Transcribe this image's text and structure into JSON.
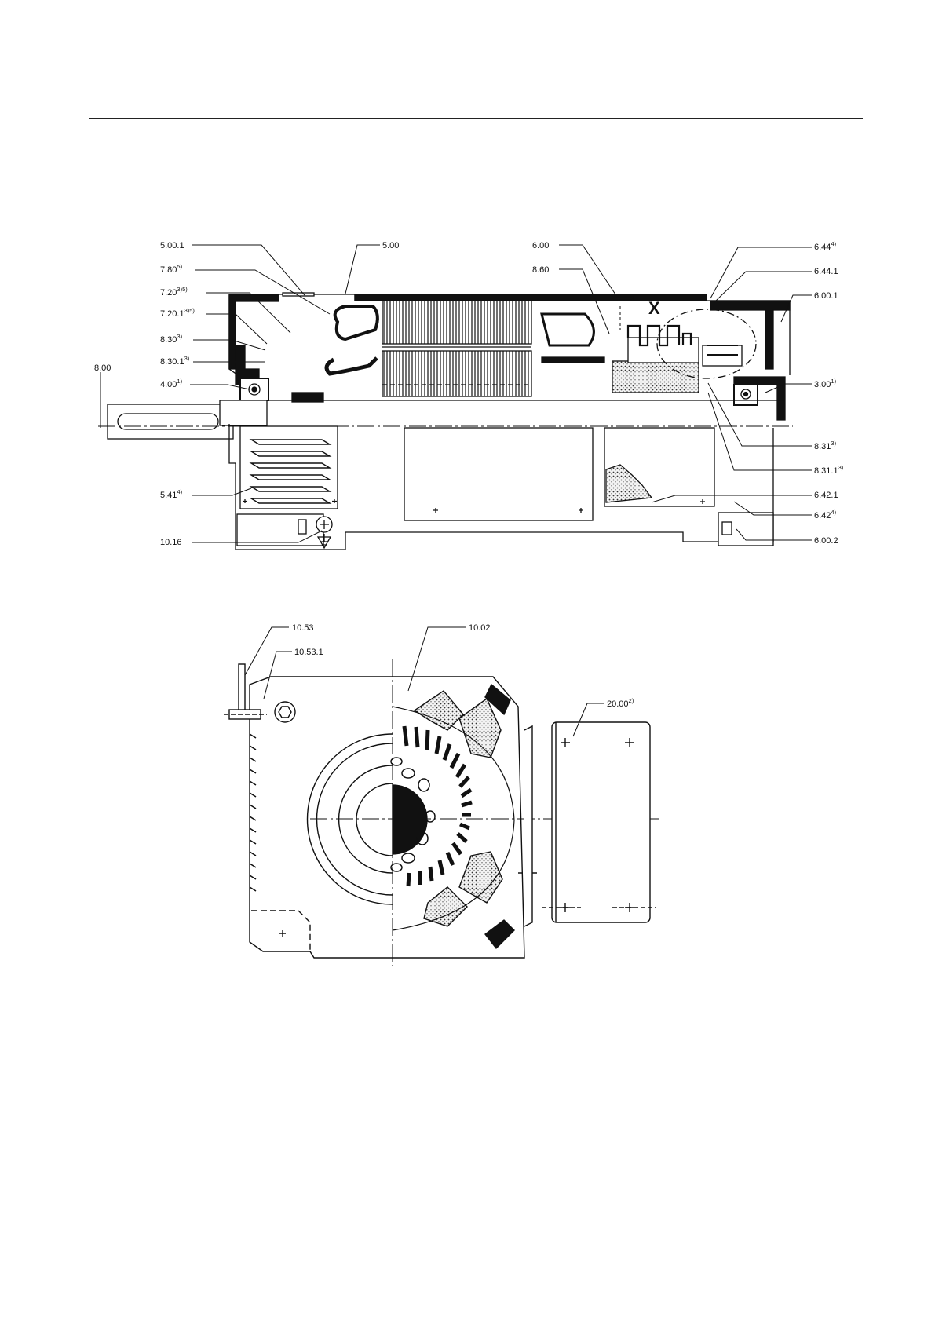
{
  "figure_top": {
    "center_mark": "X",
    "labels": {
      "l_5001": {
        "text": "5.00.1",
        "sup": ""
      },
      "l_780": {
        "text": "7.80",
        "sup": "5)"
      },
      "l_720": {
        "text": "7.20",
        "sup": "3)5)"
      },
      "l_7201": {
        "text": "7.20.1",
        "sup": "3)5)"
      },
      "l_830": {
        "text": "8.30",
        "sup": "3)"
      },
      "l_8301": {
        "text": "8.30.1",
        "sup": "3)"
      },
      "l_800": {
        "text": "8.00",
        "sup": ""
      },
      "l_400": {
        "text": "4.00",
        "sup": "1)"
      },
      "l_541": {
        "text": "5.41",
        "sup": "4)"
      },
      "l_1016": {
        "text": "10.16",
        "sup": ""
      },
      "l_500": {
        "text": "5.00",
        "sup": ""
      },
      "l_600": {
        "text": "6.00",
        "sup": ""
      },
      "l_860": {
        "text": "8.60",
        "sup": ""
      },
      "l_644": {
        "text": "6.44",
        "sup": "4)"
      },
      "l_6441": {
        "text": "6.44.1",
        "sup": ""
      },
      "l_6001": {
        "text": "6.00.1",
        "sup": ""
      },
      "l_300": {
        "text": "3.00",
        "sup": "1)"
      },
      "l_831": {
        "text": "8.31",
        "sup": "3)"
      },
      "l_8311": {
        "text": "8.31.1",
        "sup": "3)"
      },
      "l_6421": {
        "text": "6.42.1",
        "sup": ""
      },
      "l_642": {
        "text": "6.42",
        "sup": "4)"
      },
      "l_6002": {
        "text": "6.00.2",
        "sup": ""
      }
    }
  },
  "figure_bottom": {
    "labels": {
      "l_1053": {
        "text": "10.53",
        "sup": ""
      },
      "l_10531": {
        "text": "10.53.1",
        "sup": ""
      },
      "l_1002": {
        "text": "10.02",
        "sup": ""
      },
      "l_2000": {
        "text": "20.00",
        "sup": "2)"
      }
    }
  }
}
